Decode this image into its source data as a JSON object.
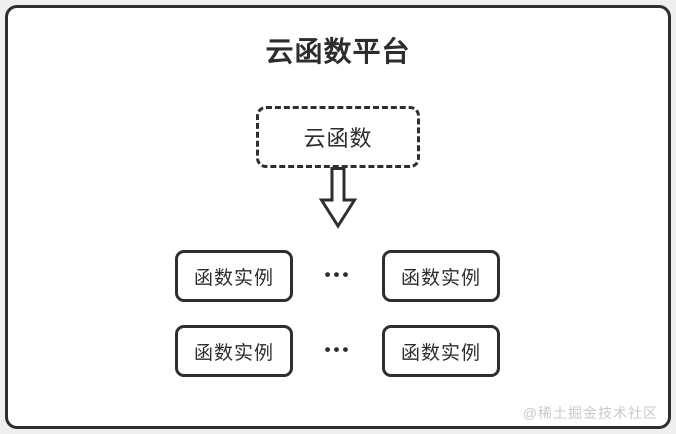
{
  "title": "云函数平台",
  "cloud_box": {
    "label": "云函数"
  },
  "arrow_icon": "down-block-arrow",
  "instances": {
    "rows": [
      {
        "left": "函数实例",
        "dots": "•••",
        "right": "函数实例"
      },
      {
        "left": "函数实例",
        "dots": "•••",
        "right": "函数实例"
      }
    ]
  },
  "watermark": "@稀土掘金技术社区",
  "colors": {
    "border": "#2e2e2e",
    "text": "#2d2d2d",
    "panel": "#ffffff",
    "page_background": "#efefef",
    "watermark": "#c9c9c9"
  }
}
